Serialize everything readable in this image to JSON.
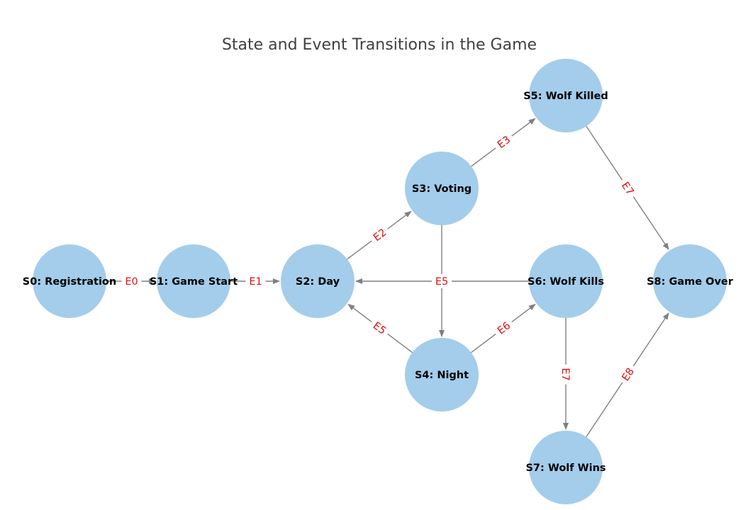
{
  "title": "State and Event Transitions in the Game",
  "colors": {
    "node_fill": "#a3cdeb",
    "edge_stroke": "#808080",
    "edge_label": "#dd1111",
    "title": "#404040"
  },
  "nodes": [
    {
      "id": "S0",
      "label": "S0: Registration"
    },
    {
      "id": "S1",
      "label": "S1: Game Start"
    },
    {
      "id": "S2",
      "label": "S2: Day"
    },
    {
      "id": "S3",
      "label": "S3: Voting"
    },
    {
      "id": "S4",
      "label": "S4: Night"
    },
    {
      "id": "S5",
      "label": "S5: Wolf Killed"
    },
    {
      "id": "S6",
      "label": "S6: Wolf Kills"
    },
    {
      "id": "S7",
      "label": "S7: Wolf Wins"
    },
    {
      "id": "S8",
      "label": "S8: Game Over"
    }
  ],
  "edges": [
    {
      "from": "S0",
      "to": "S1",
      "label": "E0"
    },
    {
      "from": "S1",
      "to": "S2",
      "label": "E1"
    },
    {
      "from": "S2",
      "to": "S3",
      "label": "E2"
    },
    {
      "from": "S3",
      "to": "S5",
      "label": "E3"
    },
    {
      "from": "S3",
      "to": "S4",
      "label": ""
    },
    {
      "from": "S6",
      "to": "S2",
      "label": "E5"
    },
    {
      "from": "S4",
      "to": "S2",
      "label": "E5"
    },
    {
      "from": "S4",
      "to": "S6",
      "label": "E6"
    },
    {
      "from": "S5",
      "to": "S8",
      "label": "E7"
    },
    {
      "from": "S6",
      "to": "S7",
      "label": "E7"
    },
    {
      "from": "S7",
      "to": "S8",
      "label": "E8"
    }
  ]
}
